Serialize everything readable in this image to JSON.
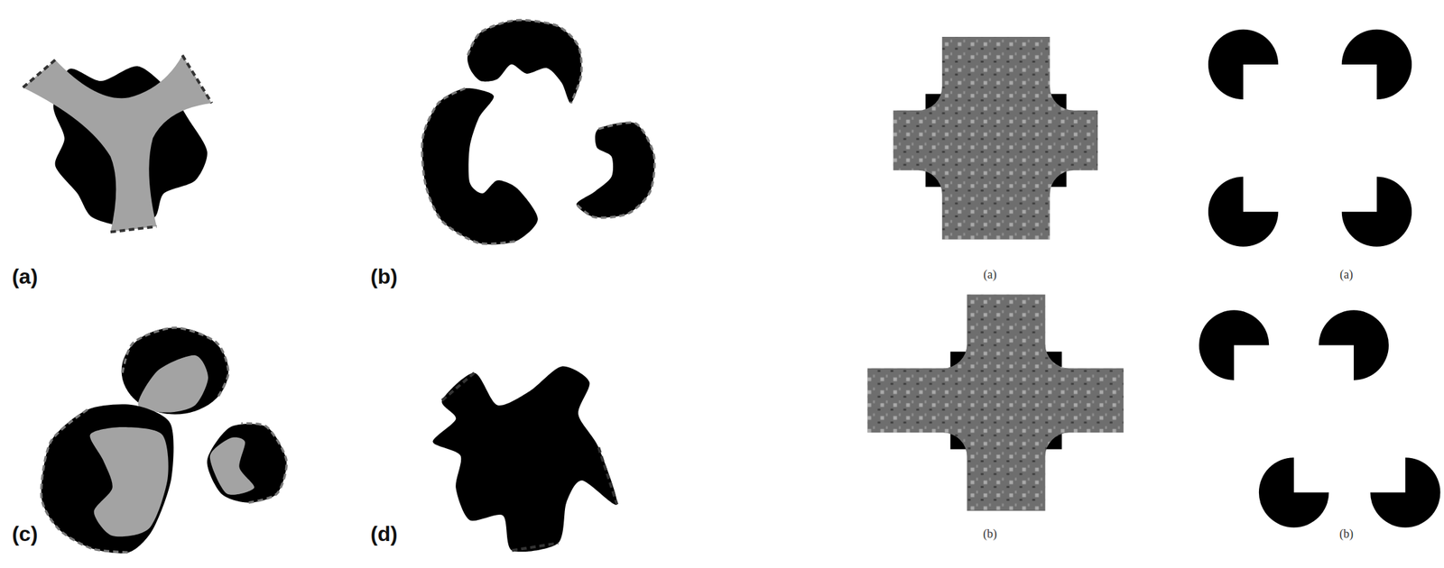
{
  "diagram": {
    "labels": [
      "(a)",
      "(b)",
      "(a)",
      "(a)",
      "(c)",
      "(d)",
      "(b)",
      "(b)"
    ]
  }
}
